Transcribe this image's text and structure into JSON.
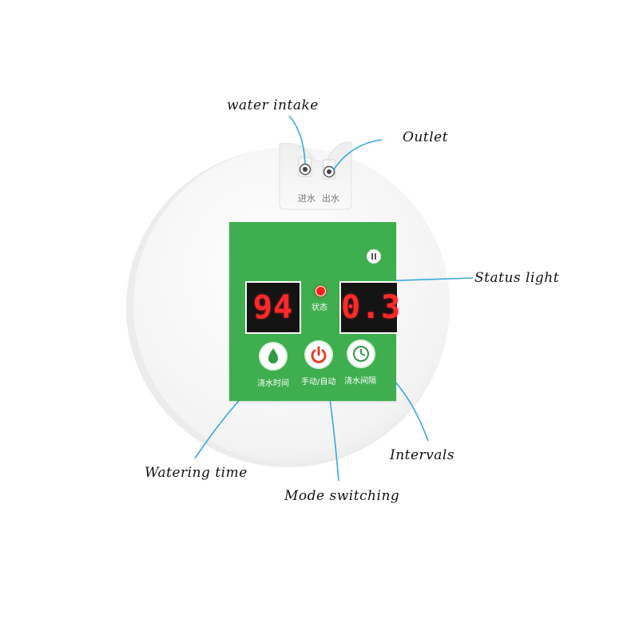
{
  "callouts": {
    "water_intake": "water intake",
    "outlet": "Outlet",
    "status_light": "Status light",
    "watering_time": "Watering time",
    "mode_switching": "Mode switching",
    "intervals": "Intervals"
  },
  "device": {
    "port_in_label": "进水",
    "port_out_label": "出水",
    "display_left": "94",
    "display_right": "0.3",
    "status_label": "状态",
    "buttons": {
      "watering_time": "浇水时间",
      "mode": "手动/自动",
      "interval": "浇水间隔"
    }
  },
  "colors": {
    "panel_green": "#3fae4f",
    "display_red": "#ff2a2a",
    "leader_line_blue": "#3aa8e0",
    "body_white": "#f4f4f4"
  },
  "icons": [
    "water-drop-icon",
    "power-icon",
    "clock-icon"
  ]
}
